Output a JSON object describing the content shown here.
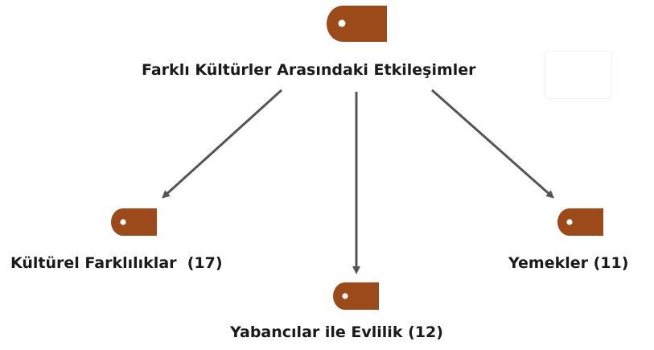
{
  "diagram": {
    "root": {
      "label": "Farklı Kültürler Arasındaki Etkileşimler",
      "icon": "tag-icon"
    },
    "children": [
      {
        "label": "Kültürel Farklılıklar  (17)",
        "icon": "tag-icon"
      },
      {
        "label": "Yabancılar ile Evlilik (12)",
        "icon": "tag-icon"
      },
      {
        "label": "Yemekler (11)",
        "icon": "tag-icon"
      }
    ]
  },
  "colors": {
    "icon_fill": "#9c4a19",
    "icon_hole": "#ffffff",
    "arrow": "#555555",
    "text": "#1a1a1a"
  }
}
